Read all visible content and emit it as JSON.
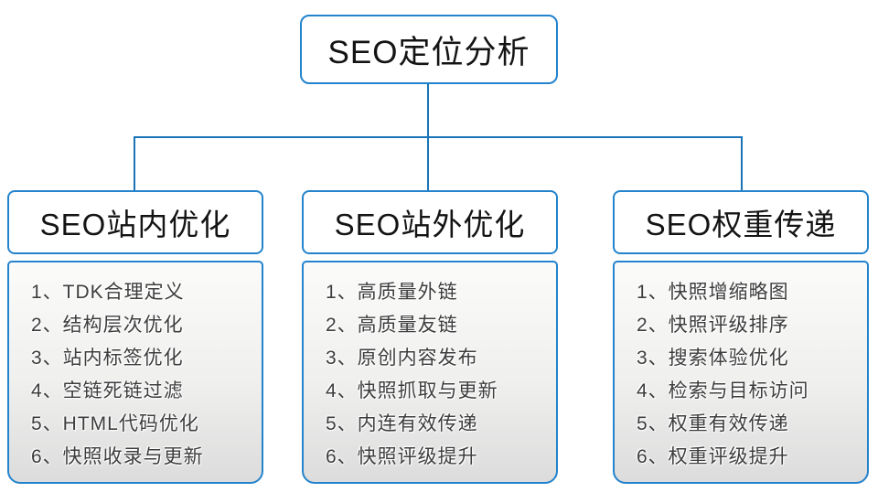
{
  "diagram": {
    "root": {
      "label": "SEO定位分析"
    },
    "columns": [
      {
        "title": "SEO站内优化",
        "items": [
          "1、TDK合理定义",
          "2、结构层次优化",
          "3、站内标签优化",
          "4、空链死链过滤",
          "5、HTML代码优化",
          "6、快照收录与更新"
        ]
      },
      {
        "title": "SEO站外优化",
        "items": [
          "1、高质量外链",
          "2、高质量友链",
          "3、原创内容发布",
          "4、快照抓取与更新",
          "5、内连有效传递",
          "6、快照评级提升"
        ]
      },
      {
        "title": "SEO权重传递",
        "items": [
          "1、快照增缩略图",
          "2、快照评级排序",
          "3、搜索体验优化",
          "4、检索与目标访问",
          "5、权重有效传递",
          "6、权重评级提升"
        ]
      }
    ],
    "colors": {
      "connector_line": "#1b74b8",
      "box_border": "#2383cc",
      "title_text": "#141414",
      "list_text": "#3d3d3d",
      "list_gradient_top": "#fbfbfa",
      "list_gradient_bottom": "#dcdcdc"
    }
  }
}
